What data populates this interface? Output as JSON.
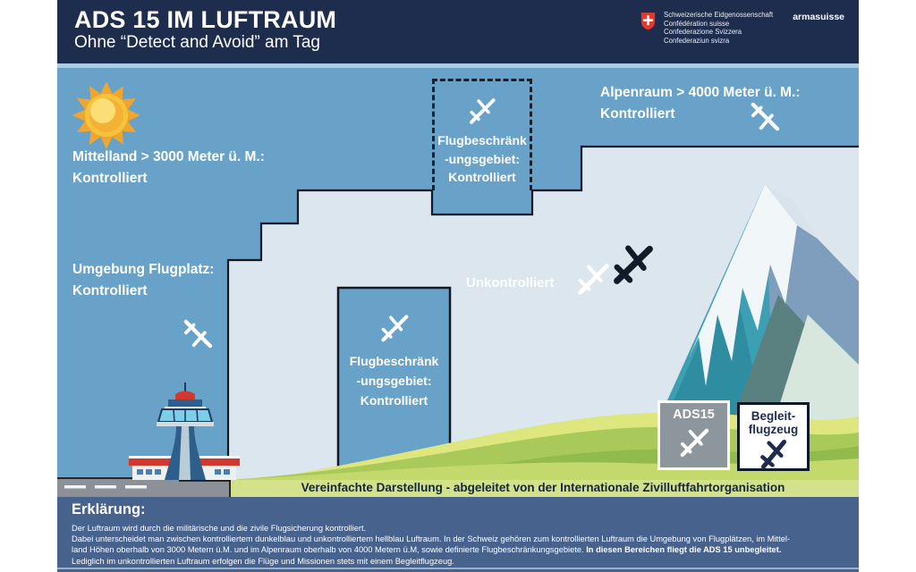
{
  "header": {
    "title": "ADS 15 IM LUFTRAUM",
    "subtitle": "Ohne “Detect and Avoid” am Tag",
    "swiss_lines": [
      "Schweizerische Eidgenossenschaft",
      "Confédération suisse",
      "Confederazione Svizzera",
      "Confederaziun svizra"
    ],
    "brand": "armasuisse"
  },
  "diagram": {
    "labels": {
      "mittelland": {
        "line1": "Mittelland > 3000 Meter ü. M.:",
        "line2": "Kontrolliert"
      },
      "umgebung": {
        "line1": "Umgebung Flugplatz:",
        "line2": "Kontrolliert"
      },
      "alpenraum": {
        "line1": "Alpenraum > 4000 Meter ü. M.:",
        "line2": "Kontrolliert"
      },
      "unkontrolliert": "Unkontrolliert",
      "restricted_dashed": {
        "line1": "Flugbeschränk",
        "line2": "-ungsgebiet:",
        "line3": "Kontrolliert"
      },
      "restricted_solid": {
        "line1": "Flugbeschränk",
        "line2": "-ungsgebiet:",
        "line3": "Kontrolliert"
      }
    },
    "legend": {
      "ads15": "ADS15",
      "begleit_line1": "Begleit-",
      "begleit_line2": "flugzeug"
    },
    "caption": "Vereinfachte Darstellung - abgeleitet von der Internationale Zivilluftfahrtorganisation",
    "icons": {
      "sun": "sun-icon",
      "drone": "drone-plane-icon",
      "escort_plane": "escort-plane-icon",
      "swiss_cross": "swiss-cross-shield-icon"
    },
    "colors": {
      "controlled_airspace": "#68a2c8",
      "uncontrolled_airspace": "#dbe6ee",
      "header_navy": "#1e2c4e",
      "panel_slate": "#47628c",
      "swiss_red": "#e0392e",
      "caption_strip_green": "#d3e18c"
    }
  },
  "explanation": {
    "heading": "Erklärung:",
    "line1": "Der Luftraum wird durch die militärische und die zivile Flugsicherung kontrolliert.",
    "line2": "Dabei unterscheidet man zwischen kontrolliertem dunkelblau und unkontrolliertem hellblau Luftraum. In der Schweiz gehören zum kontrollierten Luftraum die Umgebung von Flugplätzen, im Mittel-",
    "line3_normal": "land Höhen oberhalb von 3000 Metern ü.M. und im Alpenraum oberhalb von 4000 Metern ü.M, sowie definierte Flugbeschränkungsgebiete. ",
    "line3_bold": "In diesen Bereichen fliegt die ADS 15 unbegleitet.",
    "line4": "Lediglich im unkontrollierten Luftraum erfolgen die Flüge und Missionen stets mit einem Begleitflugzeug."
  }
}
